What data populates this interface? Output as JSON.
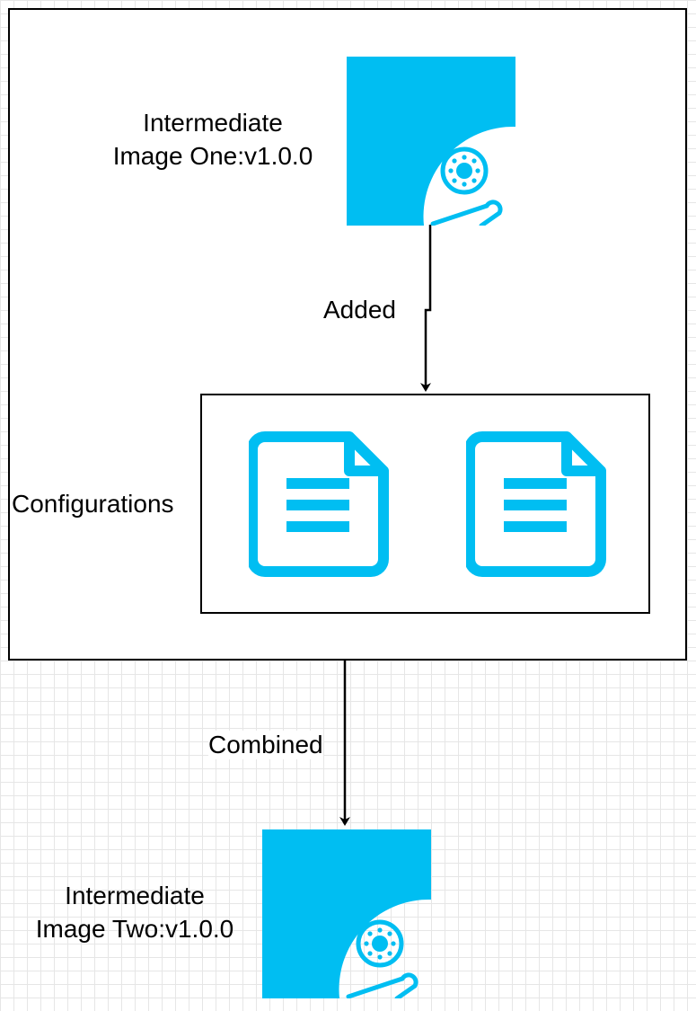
{
  "diagram": {
    "image_one": {
      "line1": "Intermediate",
      "line2": "Image One:v1.0.0",
      "icon": "disk-image-icon"
    },
    "image_two": {
      "line1": "Intermediate",
      "line2": "Image Two:v1.0.0",
      "icon": "disk-image-icon"
    },
    "configurations": {
      "label": "Configurations",
      "icons": [
        "document-icon",
        "document-icon"
      ]
    },
    "edges": {
      "added": "Added",
      "combined": "Combined"
    },
    "colors": {
      "icon": "#00BEF2",
      "stroke": "#000000"
    }
  }
}
